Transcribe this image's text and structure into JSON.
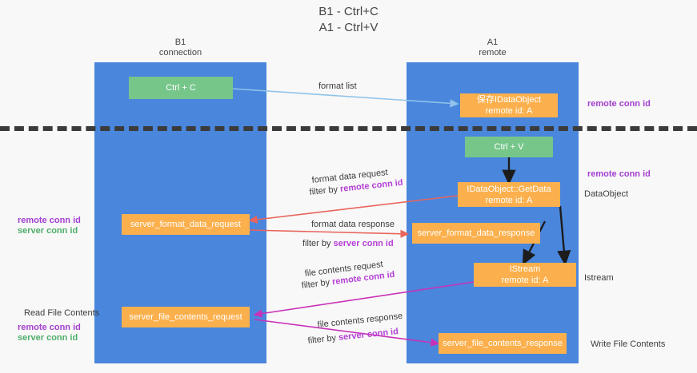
{
  "title": {
    "line1": "B1 - Ctrl+C",
    "line2": "A1 - Ctrl+V"
  },
  "lanes": [
    {
      "id": "b1",
      "name": "B1",
      "sub": "connection"
    },
    {
      "id": "a1",
      "name": "A1",
      "sub": "remote"
    }
  ],
  "nodes": {
    "ctrl_c": "Ctrl + C",
    "save_idataobject_l1": "保存IDataObject",
    "save_idataobject_l2": "remote id: A",
    "ctrl_v": "Ctrl + V",
    "getdata_l1": "IDataObject::GetData",
    "getdata_l2": "remote id: A",
    "server_format_data_request": "server_format_data_request",
    "server_format_data_response": "server_format_data_response",
    "istream_l1": "IStream",
    "istream_l2": "remote id: A",
    "server_file_contents_request": "server_file_contents_request",
    "server_file_contents_response": "server_file_contents_response"
  },
  "edge_labels": {
    "format_list": "format list",
    "format_data_request": "format data request",
    "format_data_request_filter_pre": "filter by ",
    "format_data_request_filter_key": "remote conn id",
    "format_data_response": "format data response",
    "format_data_response_filter_pre": "filter by ",
    "format_data_response_filter_key": "server conn id",
    "file_contents_request": "file contents request",
    "file_contents_request_filter_pre": "filter by ",
    "file_contents_request_filter_key": "remote conn id",
    "file_contents_response": "file contents response",
    "file_contents_response_filter_pre": "filter by ",
    "file_contents_response_filter_key": "server conn id"
  },
  "left_annotations": {
    "mid_remote_conn_id": "remote conn id",
    "mid_server_conn_id": "server conn id",
    "read_file_contents": "Read File Contents",
    "bottom_remote_conn_id": "remote conn id",
    "bottom_server_conn_id": "server conn id"
  },
  "right_annotations": {
    "top_remote_conn_id": "remote conn id",
    "mid_remote_conn_id": "remote conn id",
    "dataobject": "DataObject",
    "istream": "Istream",
    "write_file_contents": "Write File Contents"
  },
  "colors": {
    "lane_blue": "#4a86dc",
    "node_green": "#76c68a",
    "node_orange": "#fbb04d",
    "accent_purple": "#a43fd0",
    "accent_green": "#4fae6a",
    "edge_lightblue": "#8fc3ea",
    "edge_red": "#e8645c",
    "edge_magenta": "#c932b8",
    "edge_black": "#1c1c1c",
    "divider": "#3b3b3b",
    "background": "#f8f8f8"
  }
}
